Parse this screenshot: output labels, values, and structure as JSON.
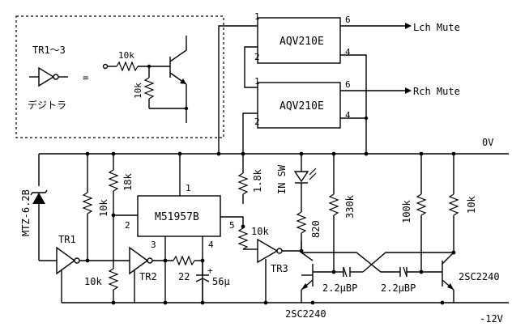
{
  "inset": {
    "title": "TR1～3",
    "equals": "=",
    "resistor_top": "10k",
    "resistor_bottom": "10k",
    "caption": "デジトラ"
  },
  "relays": [
    {
      "part": "AQV210E",
      "pin_in_top": "1",
      "pin_in_bottom": "2",
      "pin_out_top": "6",
      "pin_out_bottom": "4",
      "output_label": "Lch Mute"
    },
    {
      "part": "AQV210E",
      "pin_in_top": "1",
      "pin_in_bottom": "2",
      "pin_out_top": "6",
      "pin_out_bottom": "4",
      "output_label": "Rch Mute"
    }
  ],
  "rails": {
    "positive": "0V",
    "negative": "-12V"
  },
  "zener": {
    "part": "MTZ-6.2B"
  },
  "ic": {
    "part": "M51957B",
    "pin1": "1",
    "pin2": "2",
    "pin3": "3",
    "pin4": "4",
    "pin5": "5"
  },
  "resistors": {
    "r_18k": "18k",
    "r_10k_divider_top": "10k",
    "r_10k_divider_bottom": "10k",
    "r_22": "22",
    "r_1_8k": "1.8k",
    "r_10k_tr3": "10k",
    "r_820": "820",
    "r_330k": "330k",
    "r_100k": "100k",
    "r_10k_right": "10k"
  },
  "capacitors": {
    "c_timing": "56μ",
    "c_bp_left": "2.2μBP",
    "c_bp_right": "2.2μBP"
  },
  "transistors": {
    "tr1": "TR1",
    "tr2": "TR2",
    "tr3": "TR3",
    "q_left": "2SC2240",
    "q_right": "2SC2240"
  },
  "switch": {
    "label": "IN SW"
  }
}
